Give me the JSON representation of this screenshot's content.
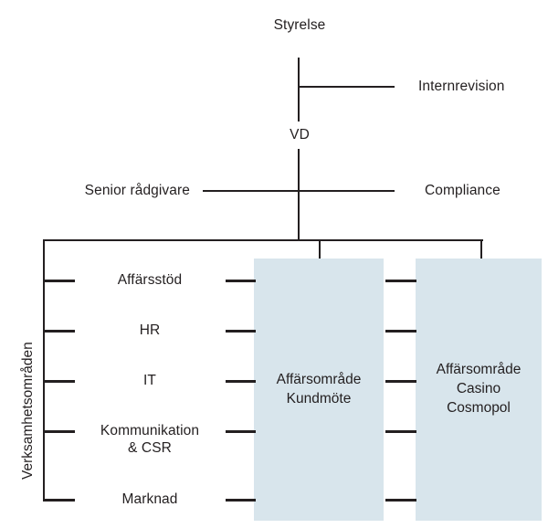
{
  "diagram": {
    "title_top": "Styrelse",
    "side_caption": "Verksamhetsområden",
    "accent_color": "#d8e5ec",
    "line_color": "#231f20",
    "nodes": {
      "board": "Styrelse",
      "internal_audit": "Internrevision",
      "ceo": "VD",
      "senior_advisor": "Senior rådgivare",
      "compliance": "Compliance"
    },
    "support_units": [
      {
        "label": "Affärsstöd"
      },
      {
        "label": "HR"
      },
      {
        "label": "IT"
      },
      {
        "label": "Kommunikation\n& CSR"
      },
      {
        "label": "Marknad"
      }
    ],
    "business_areas": [
      {
        "label": "Affärsområde\nKundmöte"
      },
      {
        "label": "Affärsområde\nCasino\nCosmopol"
      }
    ]
  }
}
